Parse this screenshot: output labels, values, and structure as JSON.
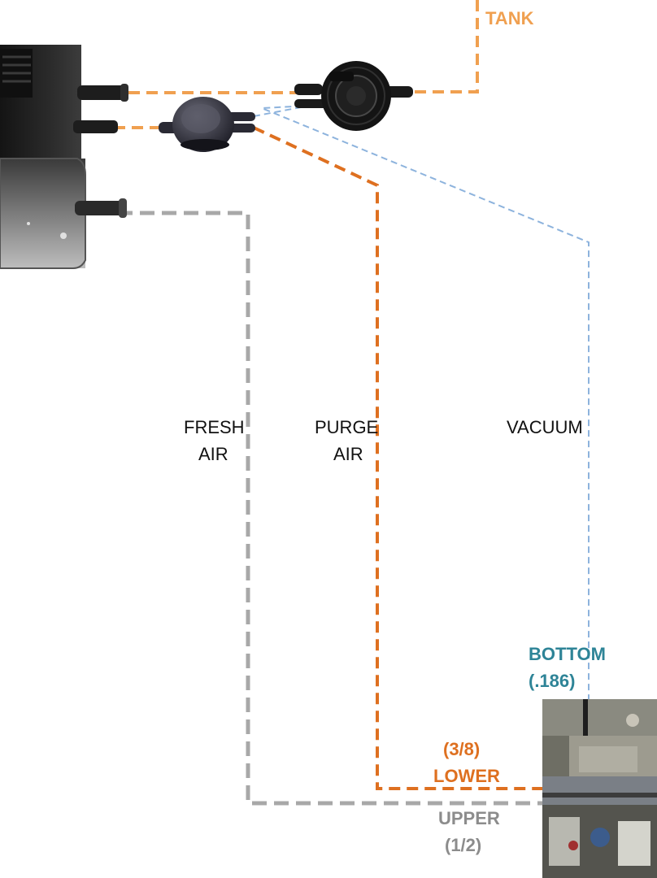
{
  "labels": {
    "tank": "TANK",
    "fresh_air": [
      "FRESH",
      "AIR"
    ],
    "purge_air": [
      "PURGE",
      "AIR"
    ],
    "vacuum": "VACUUM",
    "bottom": [
      "BOTTOM",
      "(.186)"
    ],
    "lower": [
      "(3/8)",
      "LOWER"
    ],
    "upper": [
      "UPPER",
      "(1/2)"
    ]
  },
  "colors": {
    "tank_line": "#F0A050",
    "purge_line": "#DE7020",
    "vacuum_line": "#8DB3DD",
    "fresh_line": "#A8A8A8",
    "bottom_text": "#2E8497",
    "upper_text": "#8C8C8C",
    "body_text": "#111111"
  }
}
